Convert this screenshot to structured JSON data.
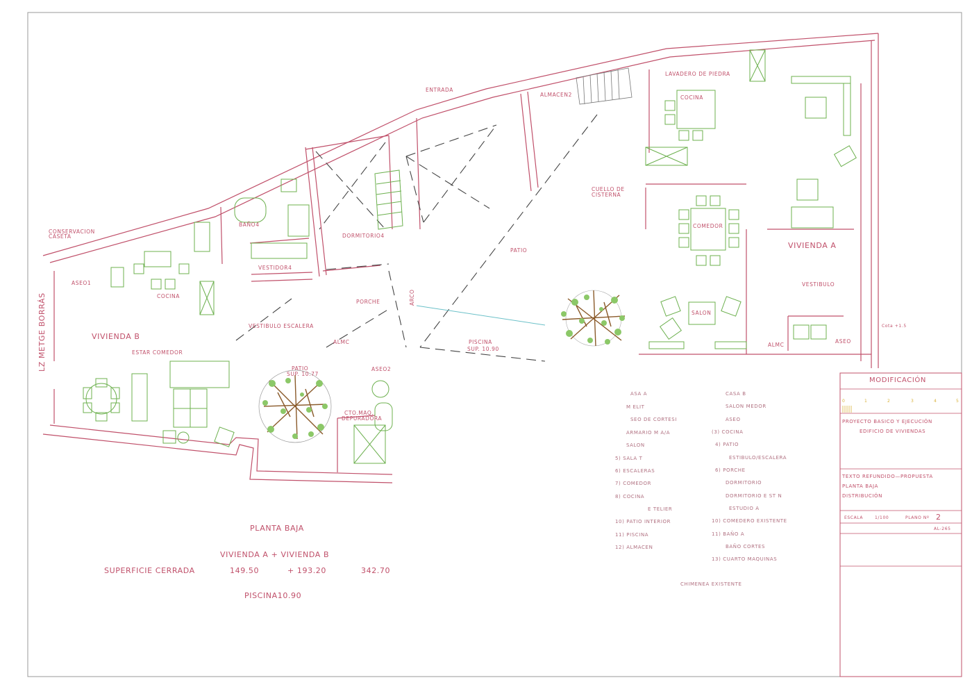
{
  "colors": {
    "wall": "#c0506a",
    "furniture": "#6cb04e",
    "text_red": "#c0506a",
    "text_green": "#3a9a3a",
    "tree": "#8a5a2a"
  },
  "street": "LZ  METGE  BORRÁS",
  "rooms": {
    "entrada": "ENTRADA",
    "almacen": "ALMACEN2",
    "lavadero": "LAVADERO DE PIEDRA",
    "cocina_a": "COCINA",
    "vivienda_a": "VIVIENDA  A",
    "cuello": [
      "CUELLO DE",
      "CISTERNA"
    ],
    "comedor_a": "COMEDOR",
    "patio": "PATIO",
    "salon": "SALON",
    "vestibulo_a": "VESTIBULO",
    "almc_a": "ALMC",
    "aseo_a": "ASEO",
    "piscina": [
      "PISCINA",
      "SUP. 10.90"
    ],
    "conservacion": [
      "CONSERVACION",
      "CASETA"
    ],
    "aseo1": "ASEO1",
    "cocina_b": "COCINA",
    "bano": "BAÑO4",
    "vestidor": "VESTIDOR4",
    "dormitorio": "DORMITORIO4",
    "vestibulo_escalera": "VESTIBULO ESCALERA",
    "porche": "PORCHE",
    "arco": "ARCO",
    "almc_b": "ALMC",
    "vivienda_b": "VIVIENDA  B",
    "estar_comedor": "ESTAR COMEDOR",
    "patio_b": [
      "PATIO",
      "SUP. 10.77"
    ],
    "aseo2": "ASEO2",
    "cto_maq": [
      "CTO.MAQ.",
      "DEPURADORA"
    ]
  },
  "summary": {
    "title": "PLANTA BAJA",
    "subtitle": "VIVIENDA A  +  VIVIENDA B",
    "superficie_label": "SUPERFICIE CERRADA",
    "sup_a": "149.50",
    "sup_b": "+  193.20",
    "sup_total": "342.70",
    "piscina": "PISCINA10.90"
  },
  "legend": {
    "col_a": [
      "ASA  A",
      "M    ELIT",
      "SEO  DE CORTESI",
      "ARMARIO   M A/A",
      "SALON",
      "5)  SALA  T",
      "6)  ESCALERAS",
      "7)  COMEDOR",
      "8)  COCINA",
      "E  TELIER",
      "10)  PATIO  INTERIOR",
      "11)  PISCINA",
      "12)  ALMACEN"
    ],
    "col_b": [
      "CASA  B",
      "SALON    MEDOR",
      "ASEO",
      "(3)  COCINA",
      "4)  PATIO",
      "ESTIBULO/ESCALERA",
      "6)  PORCHE",
      "DORMITORIO",
      "DORMITORIO E  ST  N",
      "ESTUDIO  A",
      "10)  COMEDERO  EXISTENTE",
      "11)  BAÑO  A",
      "BAÑO  CORTES",
      "13)  CUARTO      MAQUINAS"
    ],
    "note": "CHIMENEA EXISTENTE"
  },
  "title_block": {
    "modificacion": "MODIFICACIÓN",
    "revisions": [
      "0",
      "1",
      "2",
      "3",
      "4",
      "5"
    ],
    "project": [
      "PROYECTO BASICO Y EJECUCIÓN",
      "EDIFICIO DE VIVIENDAS"
    ],
    "sheet": [
      "TEXTO REFUNDIDO—PROPUESTA",
      "PLANTA BAJA",
      "DISTRIBUCIÓN"
    ],
    "escala_label": "ESCALA",
    "escala": "1/100",
    "plano_label": "PLANO Nº",
    "plano": "2",
    "code": "AL-265"
  },
  "side_note": "Cota +1.5"
}
